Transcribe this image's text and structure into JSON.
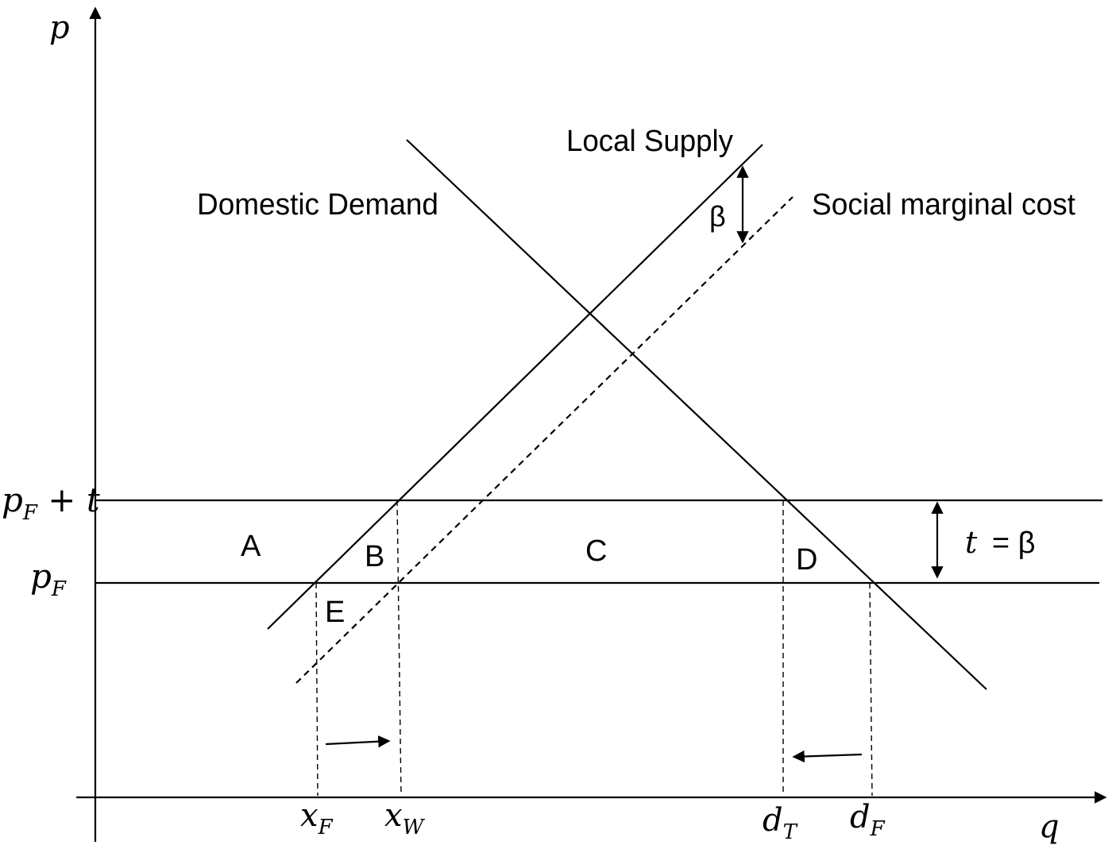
{
  "axes": {
    "y_label": "p",
    "x_label": "q"
  },
  "curves": {
    "local_supply": "Local Supply",
    "domestic_demand": "Domestic Demand",
    "social_marginal_cost": "Social marginal cost"
  },
  "price_levels": {
    "upper": {
      "base": "p",
      "sub": "F",
      "suffix": " + t"
    },
    "lower": {
      "base": "p",
      "sub": "F"
    }
  },
  "quantities": {
    "xF": {
      "base": "x",
      "sub": "F"
    },
    "xW": {
      "base": "x",
      "sub": "W"
    },
    "dT": {
      "base": "d",
      "sub": "T"
    },
    "dF": {
      "base": "d",
      "sub": "F"
    }
  },
  "areas": {
    "A": "A",
    "B": "B",
    "C": "C",
    "D": "D",
    "E": "E"
  },
  "annotations": {
    "beta": "β",
    "tax_t": "t",
    "tax_eq": " = β"
  }
}
